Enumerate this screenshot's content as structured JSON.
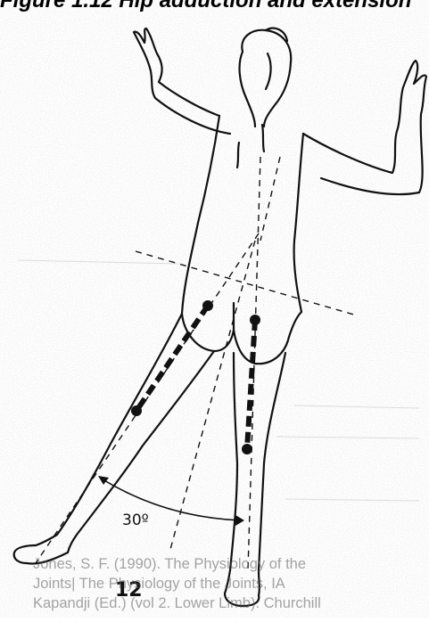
{
  "header": {
    "caption": "Figure 1.12 Hip adduction and extension"
  },
  "figure": {
    "angle_label": "30º",
    "figure_number": "12",
    "line_color": "#111111",
    "speckle_color": "#9a9a9a"
  },
  "citation": {
    "line1": "Jones, S. F. (1990). The Physiology of the",
    "line2": "Joints| The Physiology of the Joints, IA",
    "line3": "Kapandji (Ed.) (vol 2. Lower Limb). Churchill"
  }
}
